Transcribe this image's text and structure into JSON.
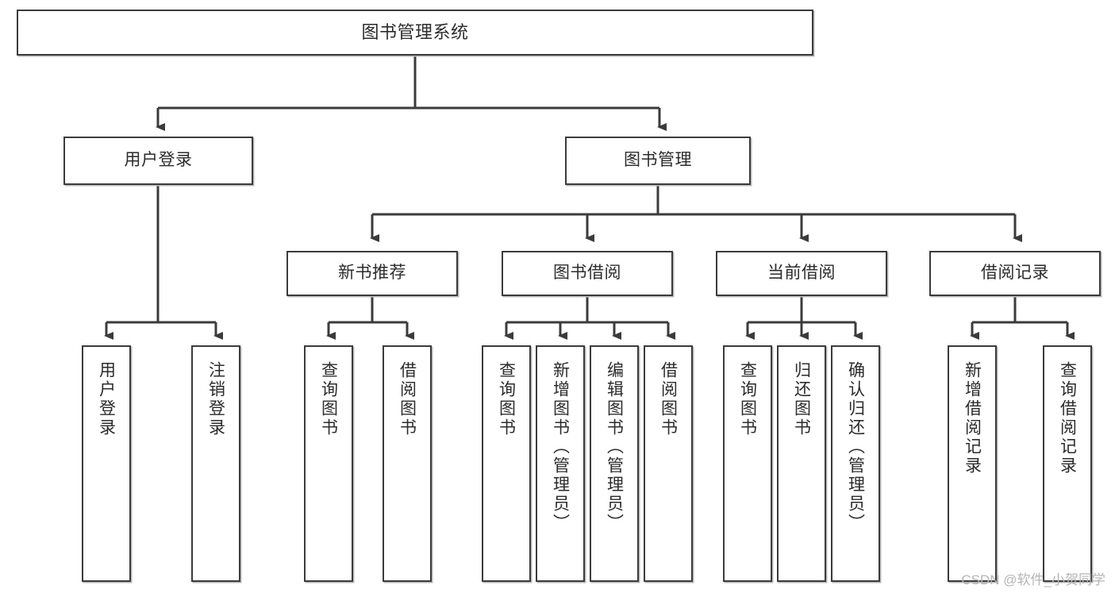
{
  "diagram": {
    "type": "tree-flowchart",
    "title": "图书管理系统",
    "background_color": "#ffffff",
    "line_color": "#3b3b3b",
    "box_fill": "#ffffff",
    "watermark": "CSDN @软件_小贺同学",
    "nodes": {
      "root": {
        "label": "图书管理系统",
        "level": 0
      },
      "level1": [
        {
          "id": "user-login",
          "label": "用户登录"
        },
        {
          "id": "book-manage",
          "label": "图书管理"
        }
      ],
      "level2": [
        {
          "id": "new-book-rec",
          "label": "新书推荐",
          "parent": "book-manage"
        },
        {
          "id": "book-borrow",
          "label": "图书借阅",
          "parent": "book-manage"
        },
        {
          "id": "current-borrow",
          "label": "当前借阅",
          "parent": "book-manage"
        },
        {
          "id": "borrow-record",
          "label": "借阅记录",
          "parent": "book-manage"
        }
      ],
      "leaves": {
        "user-login": [
          {
            "id": "leaf-user-login",
            "label": "用户登录"
          },
          {
            "id": "leaf-logout",
            "label": "注销登录"
          }
        ],
        "new-book-rec": [
          {
            "id": "leaf-query-book-1",
            "label": "查询图书"
          },
          {
            "id": "leaf-borrow-book-1",
            "label": "借阅图书"
          }
        ],
        "book-borrow": [
          {
            "id": "leaf-query-book-2",
            "label": "查询图书"
          },
          {
            "id": "leaf-add-book",
            "label": "新增图书（管理员）"
          },
          {
            "id": "leaf-edit-book",
            "label": "编辑图书（管理员）"
          },
          {
            "id": "leaf-borrow-book-2",
            "label": "借阅图书"
          }
        ],
        "current-borrow": [
          {
            "id": "leaf-query-book-3",
            "label": "查询图书"
          },
          {
            "id": "leaf-return-book",
            "label": "归还图书"
          },
          {
            "id": "leaf-confirm-return",
            "label": "确认归还（管理员）"
          }
        ],
        "borrow-record": [
          {
            "id": "leaf-add-record",
            "label": "新增借阅记录"
          },
          {
            "id": "leaf-query-record",
            "label": "查询借阅记录"
          }
        ]
      }
    }
  }
}
